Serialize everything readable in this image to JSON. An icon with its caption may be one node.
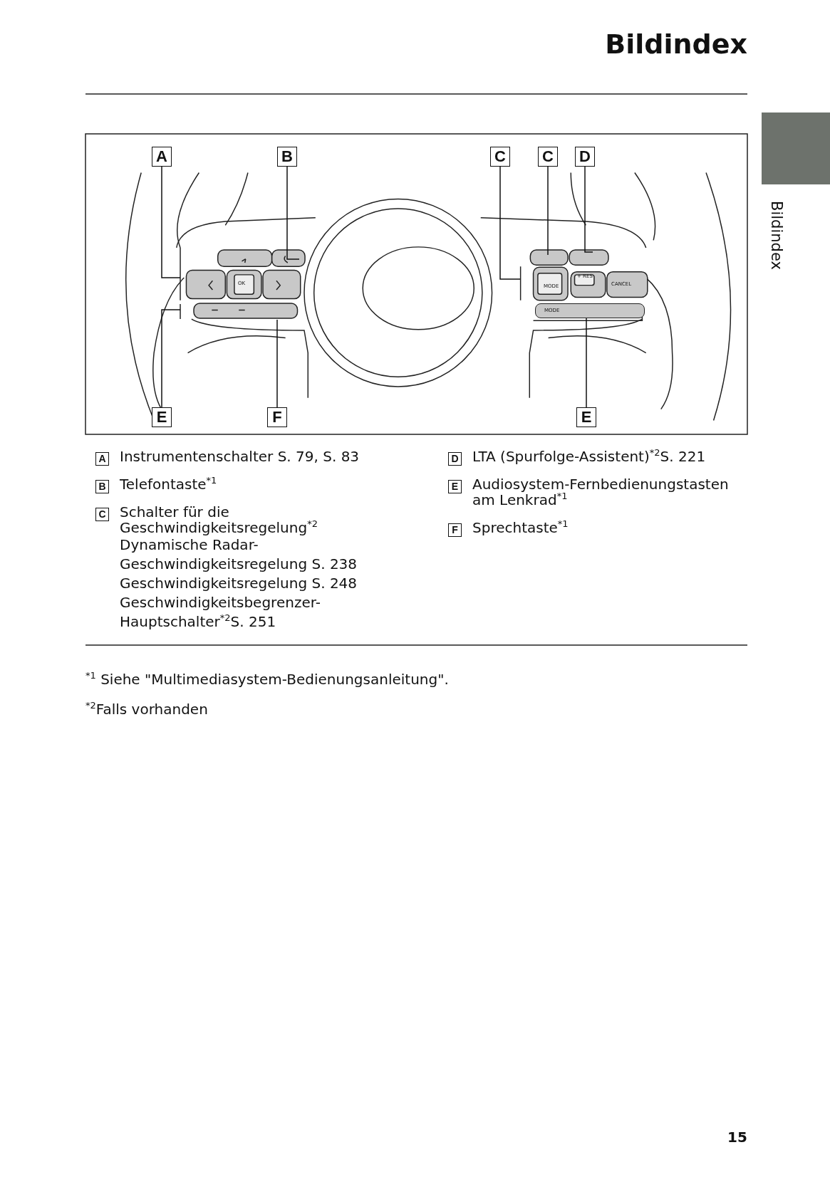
{
  "diagram": {
    "title": "Bildindex",
    "nodes": [
      {
        "text": [
          "A"
        ]
      },
      {
        "text": [
          "B"
        ]
      },
      {
        "text": [
          "C"
        ]
      },
      {
        "text": [
          "C"
        ]
      },
      {
        "text": [
          "D"
        ]
      },
      {
        "text": [
          "E"
        ]
      },
      {
        "text": [
          "F"
        ]
      },
      {
        "text": [
          "E"
        ]
      },
      {
        "text": [
          "A"
        ],
        "beside": [
          "Instrumentenschalter S. 79, S. 83"
        ]
      },
      {
        "text": [
          "B"
        ],
        "beside": [
          "Telefontaste$^{*1}$"
        ]
      },
      {
        "text": [
          "C"
        ],
        "beside": [
          "Schalter für die Geschwindigkeitsregelung$^{*2}$",
          "Dynamische Radar-Geschwindigkeitsregelung S. 238",
          "Geschwindigkeitsregelung S. 248",
          "Geschwindigkeitsbegrenzer-Hauptschalter$^{*2}$S. 251"
        ]
      },
      {
        "text": [
          "D"
        ],
        "beside": [
          "LTA (Spurfolge-Assistent)$^{*2}$S. 221"
        ]
      },
      {
        "text": [
          "E"
        ],
        "beside": [
          "Audiosystem-Fernbedienungstasten am Lenkrad$^{*1}$"
        ]
      },
      {
        "text": [
          "F"
        ],
        "beside": [
          "Sprechtaste$^{*1}$"
        ]
      },
      {
        "text": [],
        "shape": "box"
      },
      {
        "text": [
          "MODE"
        ]
      }
    ],
    "edges": [
      {
        "from": 0,
        "to": null,
        "arrow": "none"
      },
      {
        "from": 1,
        "to": null,
        "arrow": "none"
      },
      {
        "from": 2,
        "to": null,
        "arrow": "none"
      },
      {
        "from": 3,
        "to": null,
        "arrow": "none"
      },
      {
        "from": 4,
        "to": null,
        "arrow": "none"
      },
      {
        "from": 5,
        "to": null,
        "arrow": "none"
      },
      {
        "from": 6,
        "to": null,
        "arrow": "none"
      },
      {
        "from": 7,
        "to": 15,
        "arrow": "none"
      }
    ],
    "labels": [
      "Bildindex",
      "OK",
      "MODE",
      "+ RES",
      "CANCEL",
      "$^{*1}$ Siehe \"Multimediasystem-Bedienungsanleitung\".",
      "$^{*2}$Falls vorhanden",
      "15"
    ]
  }
}
